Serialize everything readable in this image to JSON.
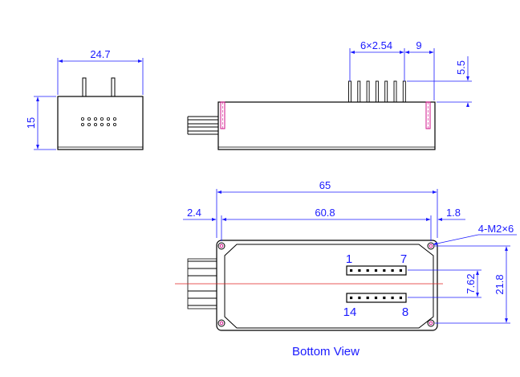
{
  "colors": {
    "dimension": "#1a1aff",
    "outline": "#000000",
    "centerline": "#e02020",
    "hole": "#d0108a"
  },
  "front_view": {
    "width_label": "24.7",
    "height_label": "15"
  },
  "side_view": {
    "pitch_label": "6×2.54",
    "offset_label": "9",
    "pin_height_label": "5.5"
  },
  "bottom_view": {
    "overall_width_label": "65",
    "hole_spacing_label": "60.8",
    "left_offset_label": "2.4",
    "right_offset_label": "1.8",
    "mounting_label": "4-M2×6",
    "row_pitch_label": "7.62",
    "hole_pitch_label": "21.8",
    "pin_labels": {
      "top_left": "1",
      "top_right": "7",
      "bottom_left": "14",
      "bottom_right": "8"
    },
    "caption": "Bottom View"
  }
}
